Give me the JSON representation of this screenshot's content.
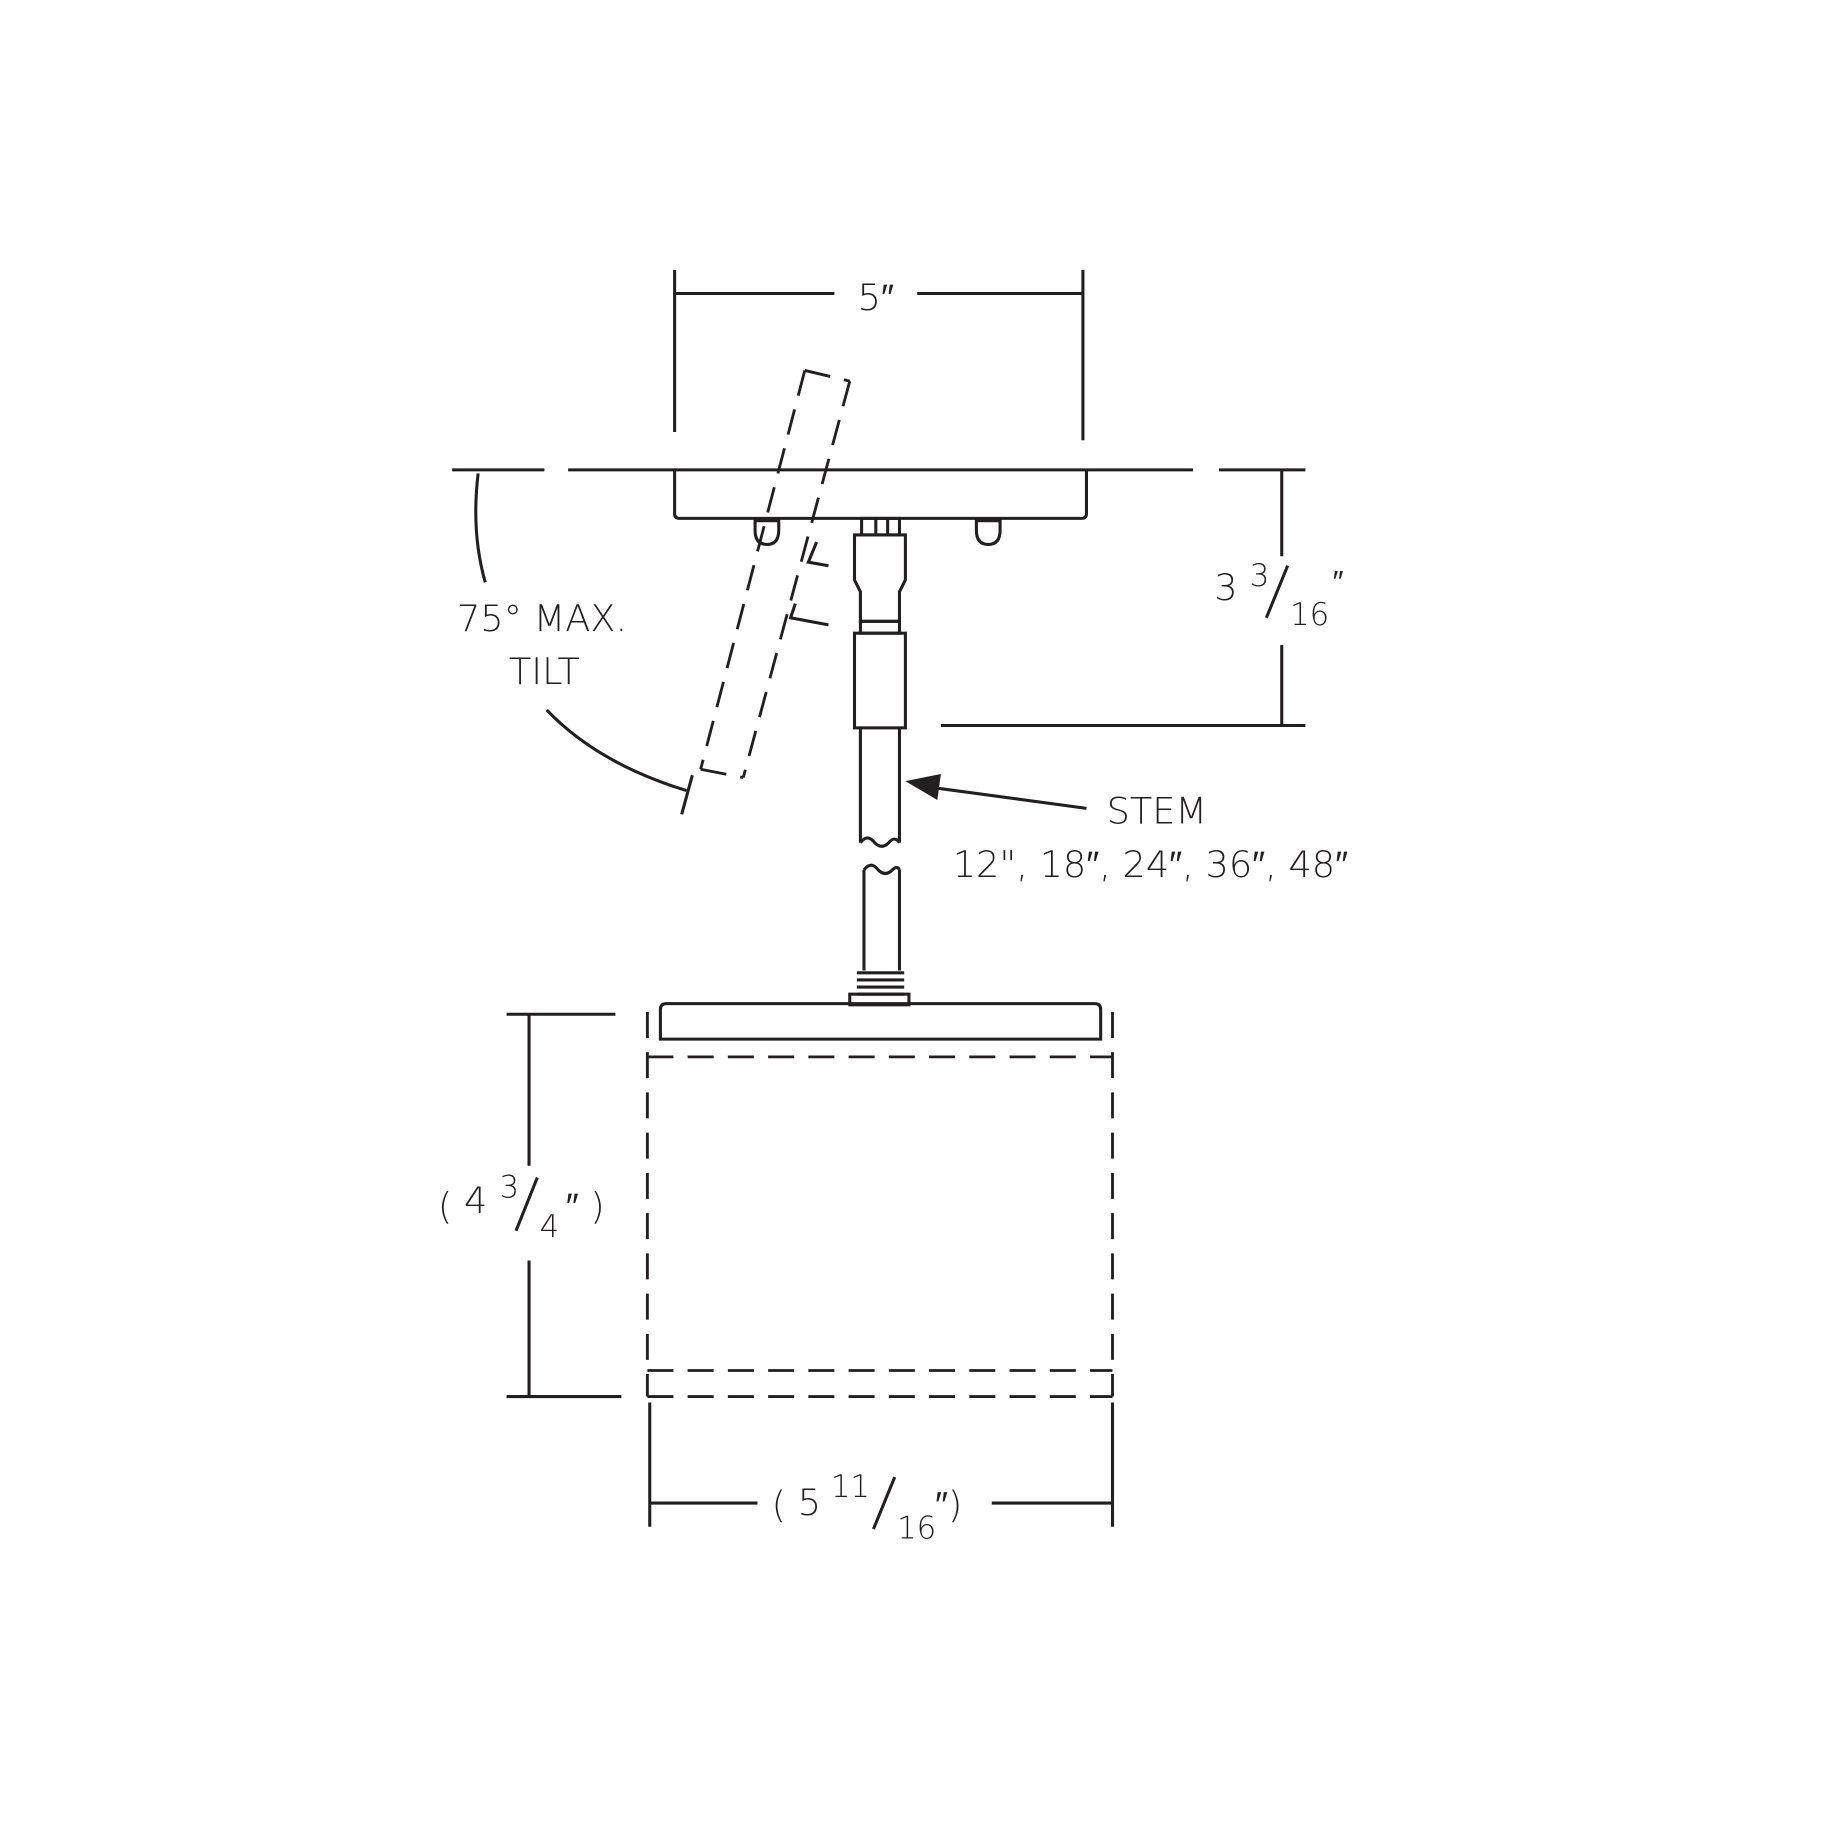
{
  "dimensions": {
    "canopy_width": "5″",
    "canopy_height_whole": "3",
    "canopy_height_num": "3",
    "canopy_height_den": "16",
    "canopy_height_unit": "″",
    "shade_height_open": "(",
    "shade_height_whole": "4",
    "shade_height_num": "3",
    "shade_height_den": "4",
    "shade_height_close": "″ )",
    "shade_width_open": "(",
    "shade_width_whole": "5",
    "shade_width_num": "11",
    "shade_width_den": "16",
    "shade_width_close": "″)"
  },
  "tilt": {
    "line1": "75° MAX.",
    "line2": "TILT"
  },
  "stem": {
    "label": "STEM",
    "lengths": "12\", 18″, 24″, 36″, 48″"
  },
  "colors": {
    "ink": "#231f20",
    "background": "#ffffff"
  }
}
